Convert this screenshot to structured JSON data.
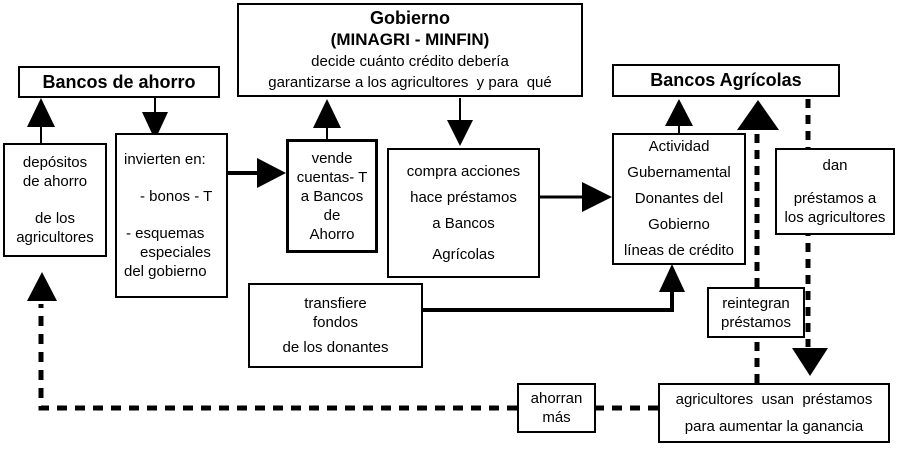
{
  "diagram": {
    "language": "es",
    "background_color": "#ffffff",
    "line_color": "#000000",
    "description": "Flowchart of agricultural credit flows between savings banks, government and farmers"
  },
  "boxes": {
    "bancos_ahorro": {
      "title": "Bancos de ahorro"
    },
    "gobierno": {
      "title": "Gobierno",
      "subtitle": "(MINAGRI - MINFIN)",
      "line1": "decide cuánto crédito debería",
      "line2": "garantizarse a los agricultores  y para  qué"
    },
    "bancos_agricolas": {
      "title": "Bancos Agrícolas"
    },
    "depositos": {
      "line1": "depósitos",
      "line2": "de ahorro",
      "line3": "de los",
      "line4": "agricultores"
    },
    "invierten": {
      "line1": "invierten en:",
      "line2": "- bonos - T",
      "line3": "- esquemas",
      "line4": "especiales",
      "line5": "del gobierno"
    },
    "vende": {
      "line1": "vende",
      "line2": "cuentas- T",
      "line3": "a Bancos",
      "line4": "de",
      "line5": "Ahorro"
    },
    "compra": {
      "line1": "compra acciones",
      "line2": "hace préstamos",
      "line3": "a Bancos",
      "line4": "Agrícolas"
    },
    "actividad": {
      "line1": "Actividad",
      "line2": "Gubernamental",
      "line3": "Donantes del",
      "line4": "Gobierno",
      "line5": "líneas de crédito"
    },
    "dan": {
      "line1": "dan",
      "line2": "préstamos a",
      "line3": "los agricultores"
    },
    "transfiere": {
      "line1": "transfiere",
      "line2": "fondos",
      "line3": "de los donantes"
    },
    "reintegran": {
      "line1": "reintegran",
      "line2": "préstamos"
    },
    "ahorran": {
      "line1": "ahorran",
      "line2": "más"
    },
    "agricultores_usan": {
      "line1": "agricultores  usan  préstamos",
      "line2": "para aumentar la ganancia"
    }
  }
}
